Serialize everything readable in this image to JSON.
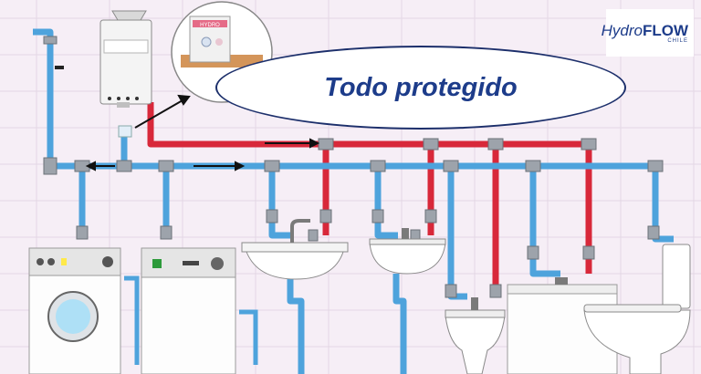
{
  "title": "Todo protegido",
  "logo": {
    "brand_prefix": "Hydro",
    "brand_suffix": "FLOW",
    "country": "CHILE"
  },
  "device_label": "HYDRO",
  "colors": {
    "cold_pipe": "#4ea3dc",
    "hot_pipe": "#d8283a",
    "fitting": "#9da3ab",
    "title": "#1d3c8a",
    "background": "#f6eef6"
  },
  "icons": [
    "water-heater-icon",
    "hydroflow-device-icon",
    "washing-machine-icon",
    "dishwasher-icon",
    "sink-icon",
    "bidet-icon",
    "bathtub-icon",
    "toilet-icon",
    "flow-arrow-icon"
  ]
}
